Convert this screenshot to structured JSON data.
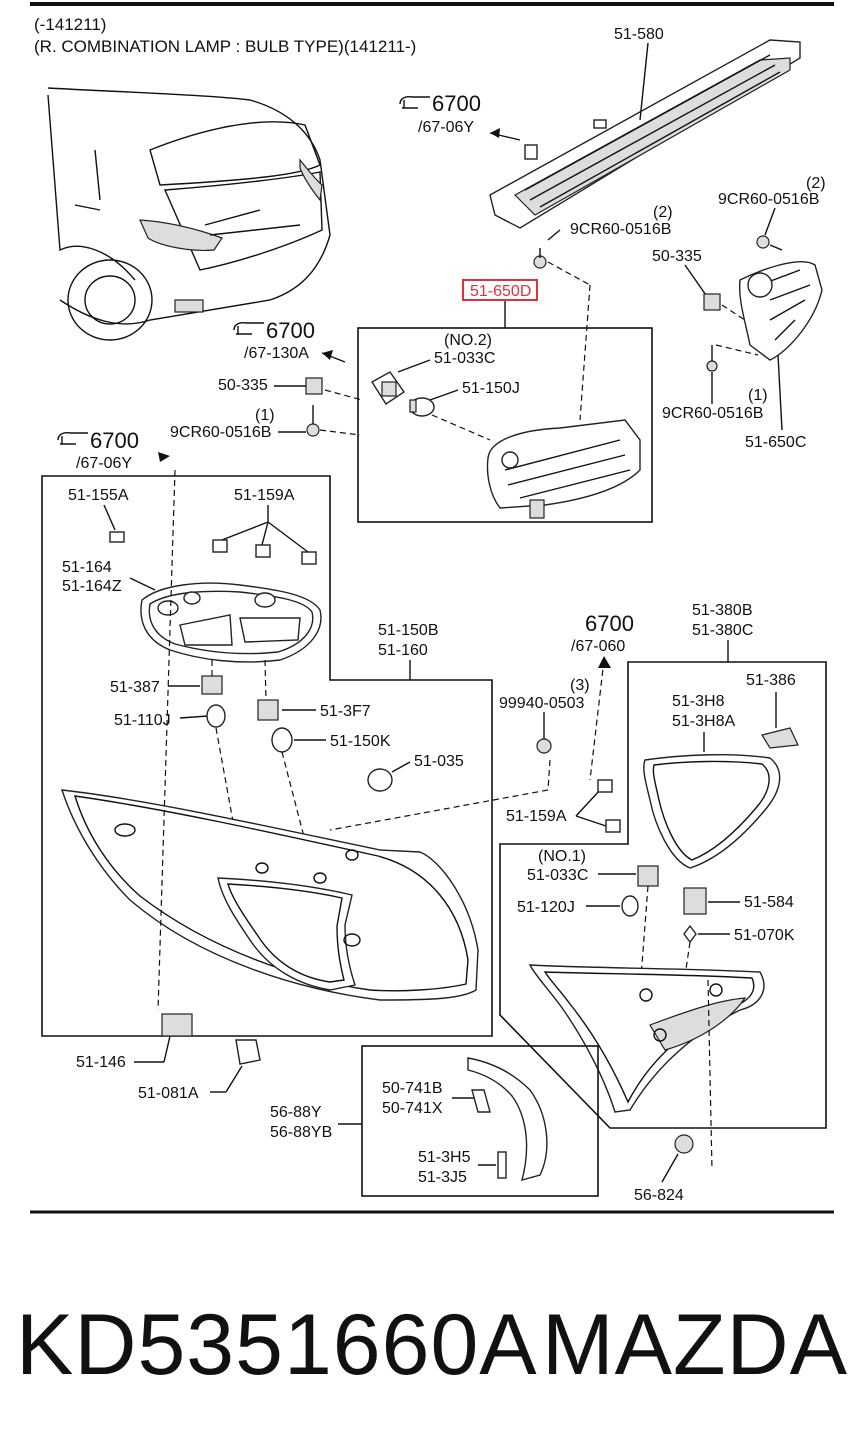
{
  "header": {
    "line1": "(-141211)",
    "line2": "(R. COMBINATION LAMP : BULB TYPE)(141211-)"
  },
  "highlight_color": "#e0303a",
  "references": [
    {
      "id": "ref-top",
      "num": "6700",
      "sub": "/67-06Y",
      "has_icon": true
    },
    {
      "id": "ref-mid",
      "num": "6700",
      "sub": "/67-130A",
      "has_icon": true
    },
    {
      "id": "ref-left",
      "num": "6700",
      "sub": "/67-06Y",
      "has_icon": true
    },
    {
      "id": "ref-right",
      "num": "6700",
      "sub": "/67-060",
      "has_icon": false
    }
  ],
  "labels": {
    "p51_580": "51-580",
    "p9cr_2a_qty": "(2)",
    "p9cr_2a": "9CR60-0516B",
    "p9cr_2b_qty": "(2)",
    "p9cr_2b": "9CR60-0516B",
    "p50_335_r": "50-335",
    "p51_650d": "51-650D",
    "p9cr_1r_qty": "(1)",
    "p9cr_1r": "9CR60-0516B",
    "p51_650c": "51-650C",
    "no2": "(NO.2)",
    "p51_033c_a": "51-033C",
    "p51_150j": "51-150J",
    "p50_335_l": "50-335",
    "p9cr_1l_qty": "(1)",
    "p9cr_1l": "9CR60-0516B",
    "p51_155a": "51-155A",
    "p51_159a_a": "51-159A",
    "p51_164": "51-164",
    "p51_164z": "51-164Z",
    "p51_150b": "51-150B",
    "p51_160": "51-160",
    "p51_387": "51-387",
    "p51_3f7": "51-3F7",
    "p51_110j": "51-110J",
    "p51_150k": "51-150K",
    "p51_035": "51-035",
    "p99940_qty": "(3)",
    "p99940": "99940-0503",
    "p51_380b": "51-380B",
    "p51_380c": "51-380C",
    "p51_386": "51-386",
    "p51_3h8": "51-3H8",
    "p51_3h8a": "51-3H8A",
    "p51_159a_b": "51-159A",
    "no1": "(NO.1)",
    "p51_033c_b": "51-033C",
    "p51_120j": "51-120J",
    "p51_584": "51-584",
    "p51_070k": "51-070K",
    "p51_146": "51-146",
    "p51_081a": "51-081A",
    "p56_88y": "56-88Y",
    "p56_88yb": "56-88YB",
    "p50_741b": "50-741B",
    "p50_741x": "50-741X",
    "p51_3h5": "51-3H5",
    "p51_3j5": "51-3J5",
    "p56_824": "56-824"
  },
  "footer": {
    "part_number": "KD5351660A",
    "brand": "MAZDA"
  }
}
